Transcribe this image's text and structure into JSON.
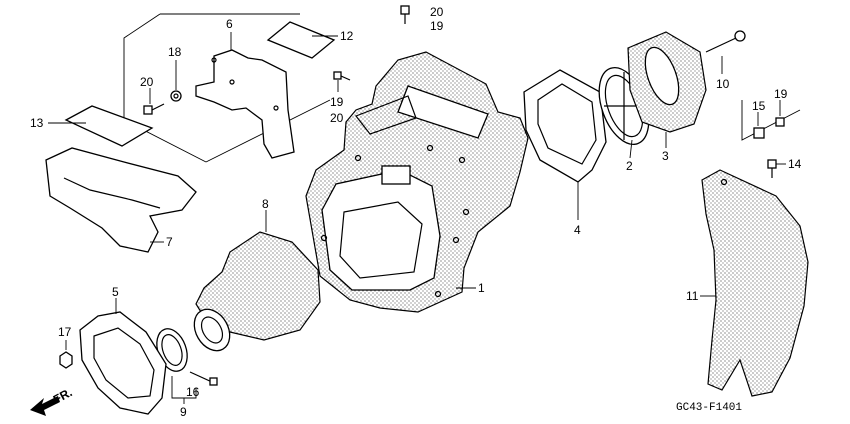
{
  "figure_code": "GC43-F1401",
  "direction_label": "FR.",
  "callouts": {
    "c1": "1",
    "c2": "2",
    "c3": "3",
    "c4": "4",
    "c5": "5",
    "c6": "6",
    "c7": "7",
    "c8": "8",
    "c9": "9",
    "c10": "10",
    "c11": "11",
    "c12": "12",
    "c13": "13",
    "c14": "14",
    "c15": "15",
    "c16": "16",
    "c17": "17",
    "c18": "18",
    "c19a": "19",
    "c19b": "19",
    "c19c": "19",
    "c20a": "20",
    "c20b": "20",
    "c20c": "20"
  }
}
